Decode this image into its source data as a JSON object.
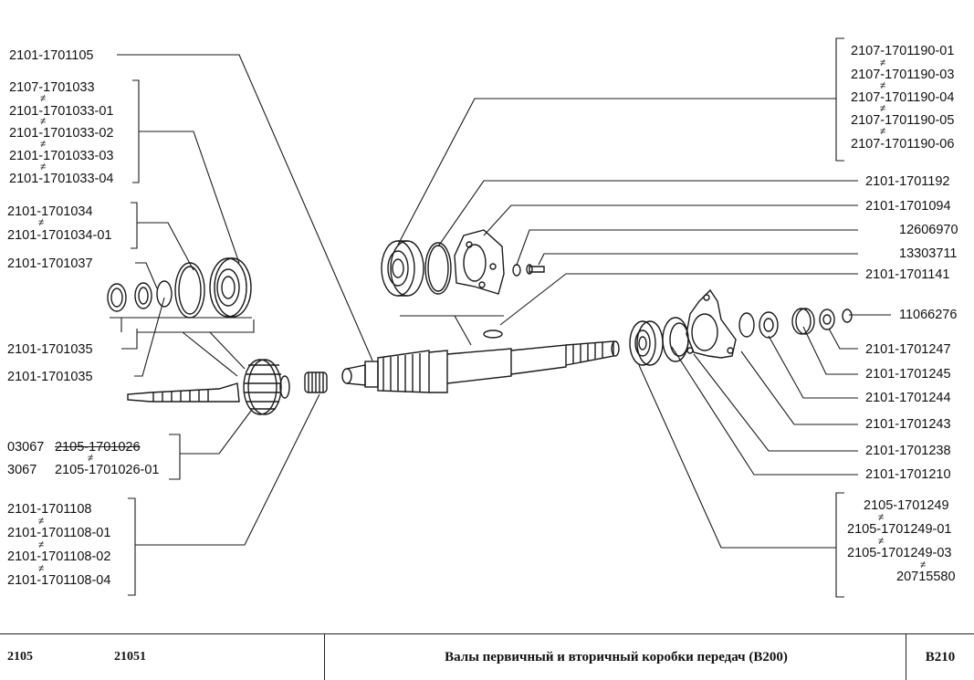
{
  "labels": {
    "l_1701105": "2101-1701105",
    "l_1701033": "2107-1701033",
    "l_1701033_01": "2101-1701033-01",
    "l_1701033_02": "2101-1701033-02",
    "l_1701033_03": "2101-1701033-03",
    "l_1701033_04": "2101-1701033-04",
    "l_1701034": "2101-1701034",
    "l_1701034_01": "2101-1701034-01",
    "l_1701037": "2101-1701037",
    "l_1701035_a": "2101-1701035",
    "l_1701035_b": "2101-1701035",
    "l_03067": "03067",
    "l_2105_1701026": "2105-1701026",
    "l_3067": "3067",
    "l_2105_1701026_01": "2105-1701026-01",
    "l_1701108": "2101-1701108",
    "l_1701108_01": "2101-1701108-01",
    "l_1701108_02": "2101-1701108-02",
    "l_1701108_04": "2101-1701108-04",
    "r_1701190_01": "2107-1701190-01",
    "r_1701190_03": "2107-1701190-03",
    "r_1701190_04": "2107-1701190-04",
    "r_1701190_05": "2107-1701190-05",
    "r_1701190_06": "2107-1701190-06",
    "r_1701192": "2101-1701192",
    "r_1701094": "2101-1701094",
    "r_12606970": "12606970",
    "r_13303711": "13303711",
    "r_1701141": "2101-1701141",
    "r_11066276": "11066276",
    "r_1701247": "2101-1701247",
    "r_1701245": "2101-1701245",
    "r_1701244": "2101-1701244",
    "r_1701243": "2101-1701243",
    "r_1701238": "2101-1701238",
    "r_1701210": "2101-1701210",
    "r_1701249": "2105-1701249",
    "r_1701249_01": "2105-1701249-01",
    "r_1701249_03": "2105-1701249-03",
    "r_20715580": "20715580"
  },
  "neq_symbol": "≠",
  "footer": {
    "model1": "2105",
    "model2": "21051",
    "title": "Валы первичный и вторичный коробки передач (В200)",
    "code": "В210"
  }
}
